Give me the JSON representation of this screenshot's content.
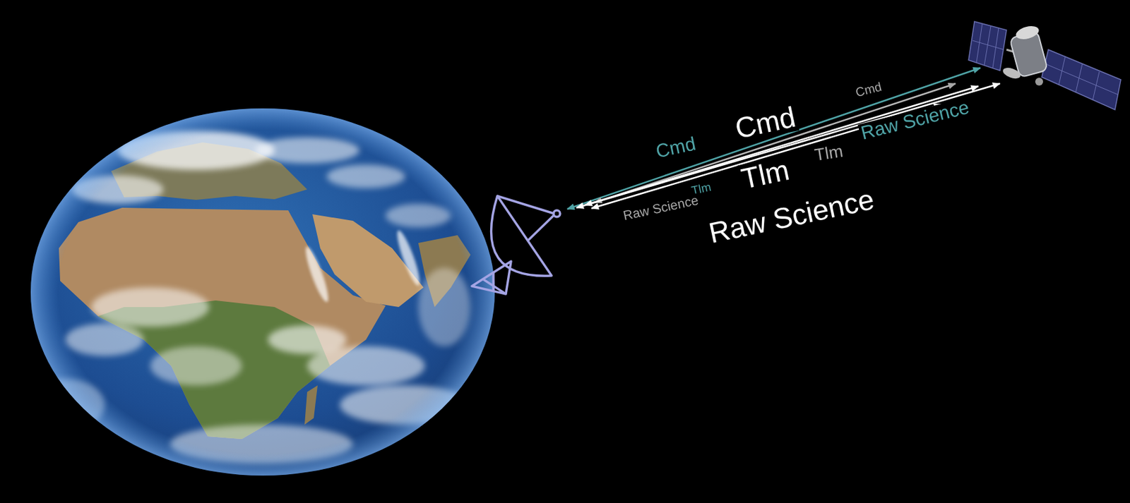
{
  "diagram": {
    "labels": [
      "Cmd",
      "Cmd",
      "Cmd",
      "Tlm",
      "Raw Science",
      "Tlm",
      "Tlm",
      "Raw Science",
      "Raw Science"
    ]
  }
}
